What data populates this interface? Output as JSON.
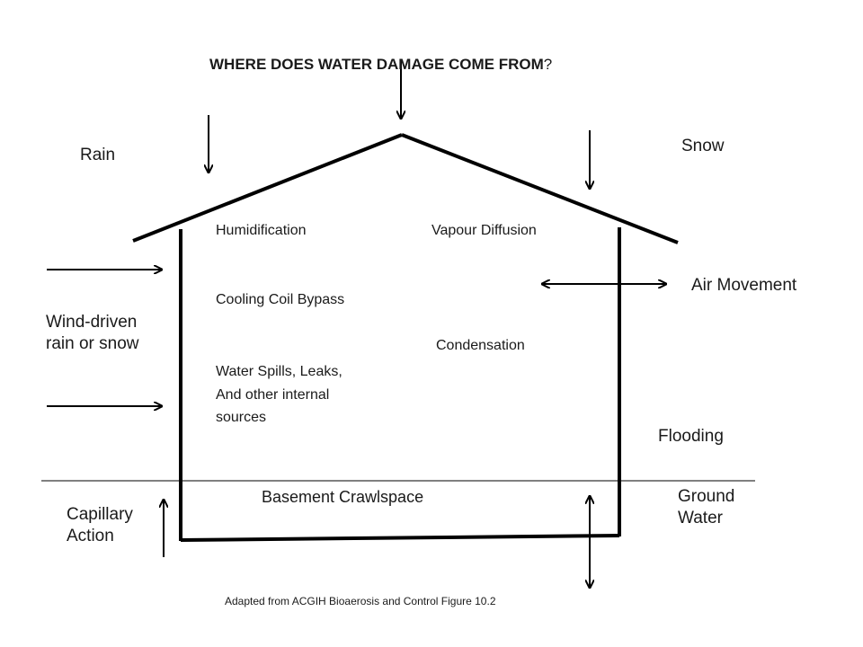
{
  "title": {
    "main": "WHERE DOES WATER DAMAGE COME FROM",
    "suffix": "?"
  },
  "outside_labels": {
    "rain": "Rain",
    "snow": "Snow",
    "wind_driven_line1": "Wind-driven",
    "wind_driven_line2": "rain or snow",
    "air_movement": "Air Movement",
    "flooding": "Flooding",
    "capillary_line1": "Capillary",
    "capillary_line2": "Action",
    "ground_water_line1": "Ground",
    "ground_water_line2": "Water"
  },
  "inside_labels": {
    "humidification": "Humidification",
    "vapour_diffusion": "Vapour Diffusion",
    "cooling_coil": "Cooling Coil Bypass",
    "condensation": "Condensation",
    "spills_line1": "Water Spills, Leaks,",
    "spills_line2": "And other internal",
    "spills_line3": "sources",
    "basement": "Basement Crawlspace"
  },
  "credit": "Adapted from ACGIH Bioaerosis and Control Figure 10.2"
}
